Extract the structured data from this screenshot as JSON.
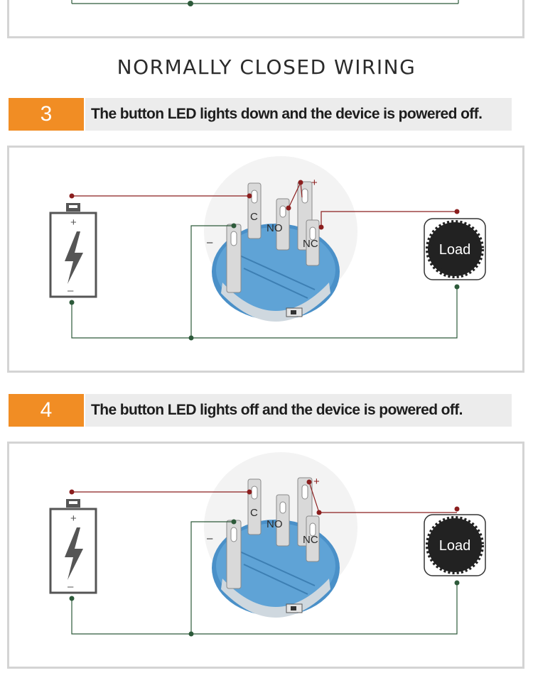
{
  "heading": "NORMALLY CLOSED WIRING",
  "steps": [
    {
      "number": "3",
      "text": "The button LED lights down and the device is powered off.",
      "terminal_labels": {
        "c": "C",
        "no": "NO",
        "nc": "NC",
        "plus": "+",
        "minus": "–"
      },
      "battery": {
        "plus": "+",
        "minus": "–"
      },
      "load": "Load"
    },
    {
      "number": "4",
      "text": "The button LED lights off and the device is powered off.",
      "terminal_labels": {
        "c": "C",
        "no": "NO",
        "nc": "NC",
        "plus": "+",
        "minus": "–"
      },
      "battery": {
        "plus": "+",
        "minus": "–"
      },
      "load": "Load"
    }
  ],
  "colors": {
    "step_badge": "#f18d24",
    "positive_wire": "#8b1e1e",
    "negative_wire": "#2d5a3a",
    "switch_body": "#4a90c8",
    "panel_border": "#d4d4d4"
  }
}
